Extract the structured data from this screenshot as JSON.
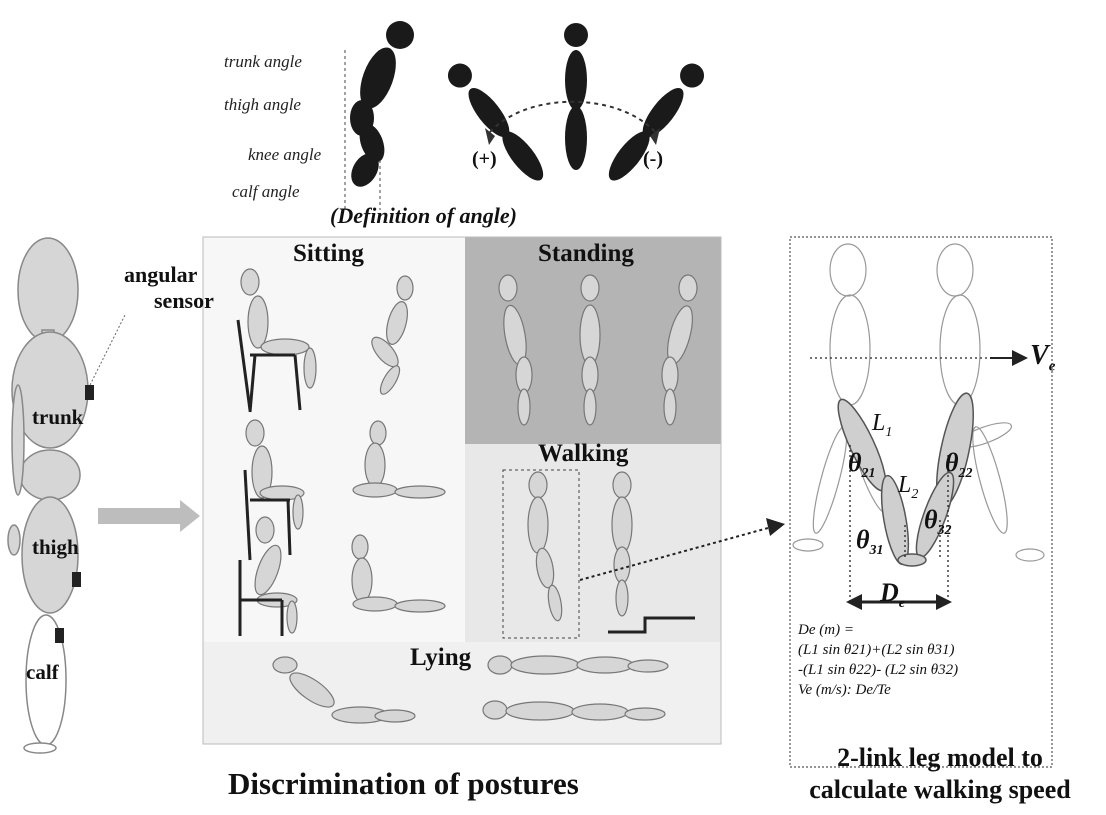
{
  "angle_definition": {
    "labels": [
      "trunk angle",
      "thigh angle",
      "knee angle",
      "calf angle"
    ],
    "plus": "(+)",
    "minus": "(-)",
    "caption": "(Definition of angle)"
  },
  "body_model": {
    "sensor_label_line1": "angular",
    "sensor_label_line2": "sensor",
    "trunk": "trunk",
    "thigh": "thigh",
    "calf": "calf"
  },
  "postures": {
    "sitting": "Sitting",
    "standing": "Standing",
    "walking": "Walking",
    "lying": "Lying",
    "caption": "Discrimination of postures"
  },
  "leg_model": {
    "velocity": "V",
    "velocity_sub": "e",
    "L1": "L",
    "L1_sub": "1",
    "L2": "L",
    "L2_sub": "2",
    "theta21": "θ",
    "theta21_sub": "21",
    "theta22": "θ",
    "theta22_sub": "22",
    "theta31": "θ",
    "theta31_sub": "31",
    "theta32": "θ",
    "theta32_sub": "32",
    "De": "D",
    "De_sub": "e",
    "formula_lines": [
      "De (m) =",
      "(L1 sin θ21)+(L2 sin θ31)",
      "-(L1 sin θ22)- (L2 sin θ32)",
      "Ve (m/s): De/Te"
    ],
    "caption_line1": "2-link leg model to",
    "caption_line2": "calculate walking speed"
  },
  "colors": {
    "silhouette": "#1a1a1a",
    "limb_fill": "#d6d6d6",
    "standing_bg": "#b4b4b4",
    "walking_bg": "#e8e8e8",
    "sitting_bg": "#f7f7f7",
    "arrow_gray": "#bdbdbd"
  }
}
